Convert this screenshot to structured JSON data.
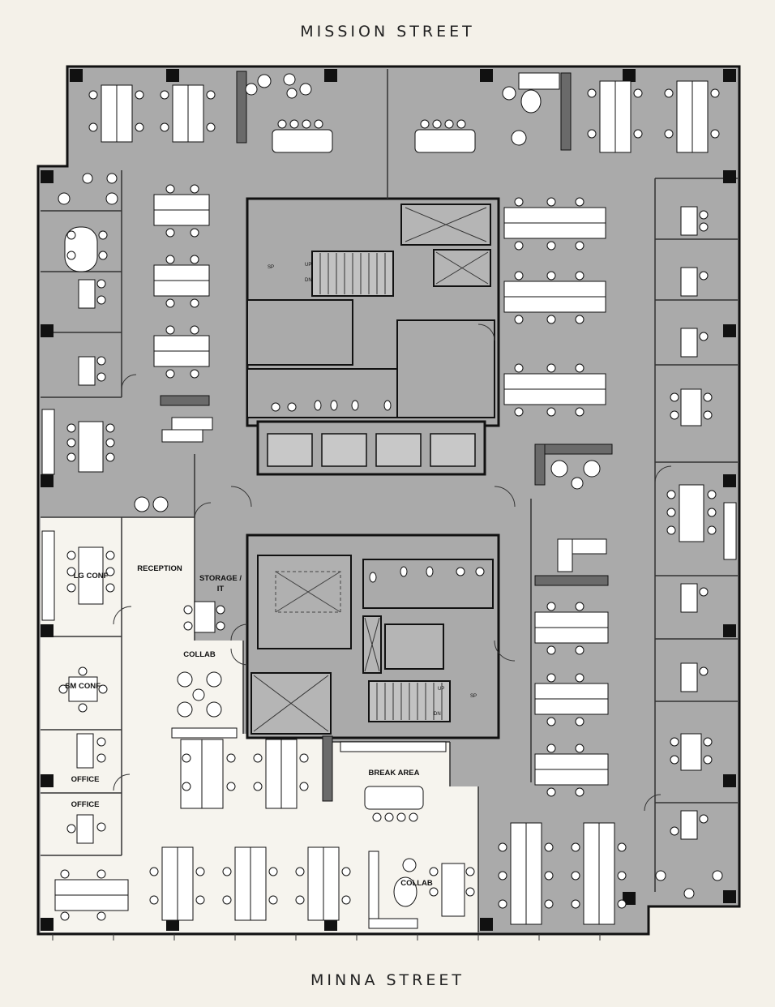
{
  "streets": {
    "north": "MISSION STREET",
    "south": "MINNA STREET"
  },
  "rooms": {
    "lg_conf": "LG CONF",
    "reception": "RECEPTION",
    "storage_it_line1": "STORAGE /",
    "storage_it_line2": "IT",
    "collab_west": "COLLAB",
    "sm_conf": "SM CONF",
    "office_1": "OFFICE",
    "office_2": "OFFICE",
    "break_area": "BREAK AREA",
    "collab_south": "COLLAB"
  },
  "core_marks": {
    "up_north": "UP",
    "dn_north": "DN",
    "sp_north": "SP",
    "up_south": "UP",
    "dn_south": "DN",
    "sp_south": "SP"
  },
  "colors": {
    "background": "#f4f1e9",
    "occupied": "#aaaaaa",
    "open_area": "#f6f4ee",
    "wall": "#111111",
    "furniture": "#ffffff"
  }
}
